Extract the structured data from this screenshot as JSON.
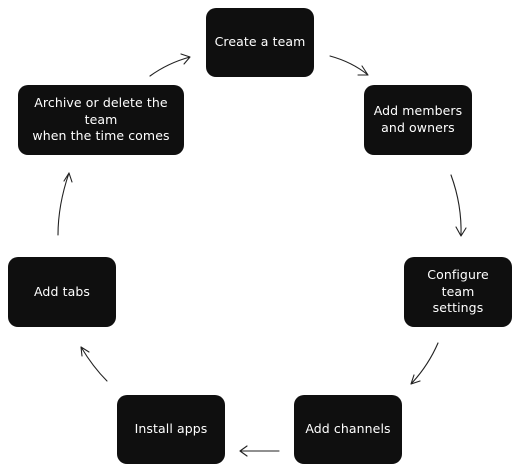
{
  "diagram": {
    "type": "cycle",
    "steps": [
      {
        "id": "create-team",
        "label": "Create a team"
      },
      {
        "id": "add-members",
        "label": "Add members\nand owners"
      },
      {
        "id": "configure-settings",
        "label": "Configure team\nsettings"
      },
      {
        "id": "add-channels",
        "label": "Add channels"
      },
      {
        "id": "install-apps",
        "label": "Install apps"
      },
      {
        "id": "add-tabs",
        "label": "Add tabs"
      },
      {
        "id": "archive-delete",
        "label": "Archive or delete the team\nwhen the time comes"
      }
    ]
  },
  "colors": {
    "node_fill": "#0f0f0f",
    "node_text": "#ffffff",
    "arrow": "#222222",
    "background": "#ffffff"
  }
}
